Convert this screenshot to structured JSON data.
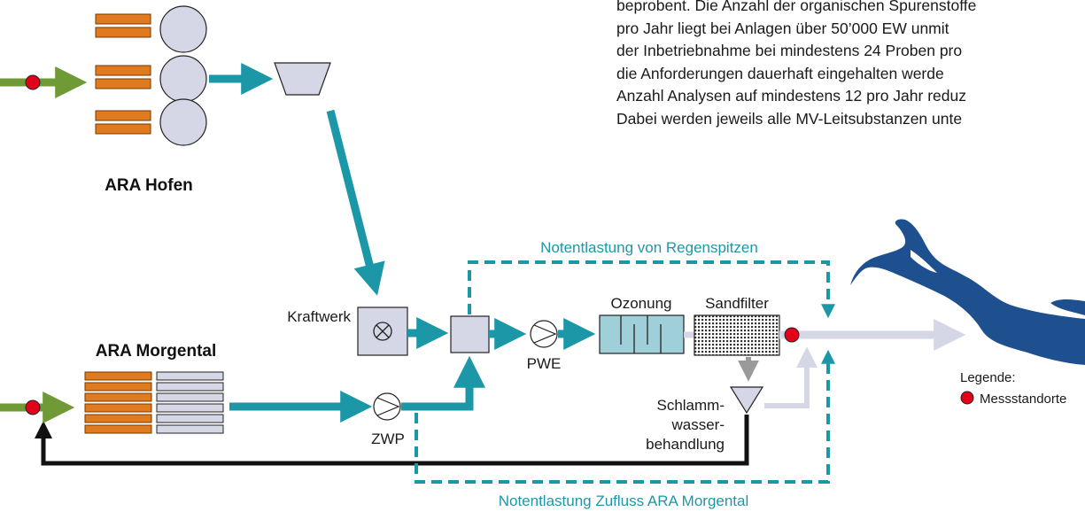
{
  "paragraph": {
    "lines": [
      "beprobent. Die Anzahl der organischen Spurenstoffe",
      "pro Jahr liegt bei Anlagen über 50’000 EW unmit",
      "der Inbetriebnahme bei mindestens 24 Proben pro",
      "die Anforderungen dauerhaft eingehalten werde",
      "Anzahl Analysen auf mindestens 12 pro Jahr reduz",
      "Dabei werden jeweils alle MV-Leitsubstanzen unte"
    ]
  },
  "labels": {
    "ara_hofen": "ARA Hofen",
    "ara_morgental": "ARA Morgental",
    "kraftwerk": "Kraftwerk",
    "pwe": "PWE",
    "zwp": "ZWP",
    "ozonung": "Ozonung",
    "sandfilter": "Sandfilter",
    "schlamm_1": "Schlamm-",
    "schlamm_2": "wasser-",
    "schlamm_3": "behandlung",
    "notentlastung_regen": "Notentlastung von Regenspitzen",
    "notentlastung_zufluss": "Notentlastung Zufluss ARA Morgental"
  },
  "legend": {
    "title": "Legende:",
    "item": "Messstandorte"
  },
  "colors": {
    "teal": "#1b97a8",
    "green": "#6f9a35",
    "orange": "#e07a1f",
    "lake": "#1e4f8f",
    "lavender": "#d5d7e6",
    "marker": "#e3001b"
  }
}
